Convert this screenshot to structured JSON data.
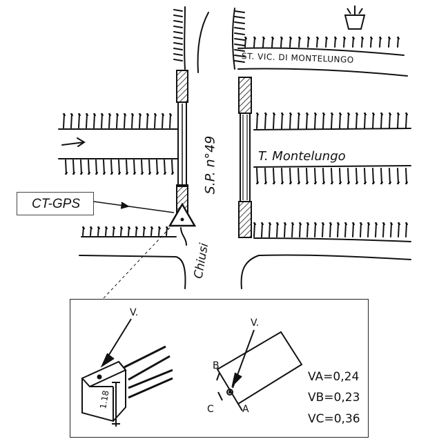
{
  "map": {
    "road_top_label": "ST. VIC. DI MONTELUNGO",
    "road_main_label": "S.P. n°49",
    "creek_label": "T. Montelungo",
    "side_road_label": "Chiusi",
    "station_label": "CT-GPS"
  },
  "detail": {
    "pin_label_left": "V.",
    "pin_label_right": "V.",
    "dimension_label": "1.18",
    "corner_a": "A",
    "corner_b": "B",
    "corner_c": "C",
    "measurements": [
      {
        "name": "VA",
        "text": "VA=0,24"
      },
      {
        "name": "VB",
        "text": "VB=0,23"
      },
      {
        "name": "VC",
        "text": "VC=0,36"
      }
    ]
  },
  "colors": {
    "ink": "#111111",
    "background": "#ffffff"
  }
}
